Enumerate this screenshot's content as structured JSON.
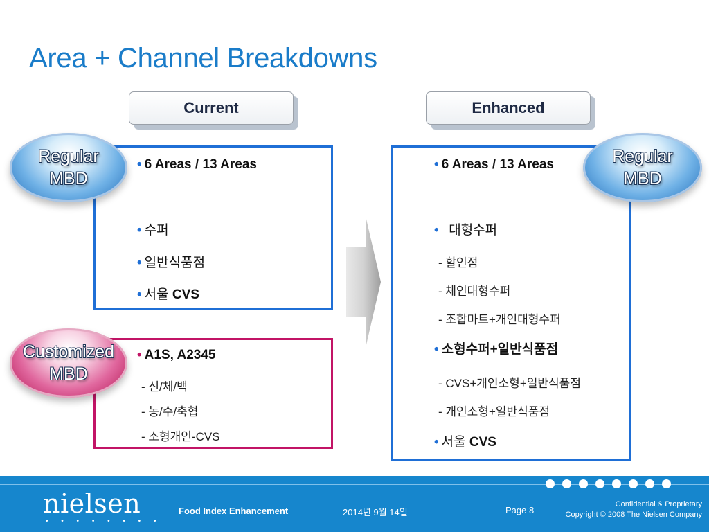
{
  "title": "Area + Channel Breakdowns",
  "current": {
    "label": "Current",
    "regular_orb": [
      "Regular",
      "MBD"
    ],
    "regular_items": {
      "areas": "6 Areas / 13 Areas",
      "super": "수퍼",
      "general_food": "일반식품점",
      "seoul_prefix": "서울 ",
      "seoul_cvs": "CVS"
    },
    "customized_orb": [
      "Customized",
      "MBD"
    ],
    "customized_items": {
      "a1s": "A1S, A2345",
      "sub1": "- 신/체/백",
      "sub2": "- 농/수/축협",
      "sub3": "- 소형개인-CVS"
    }
  },
  "enhanced": {
    "label": "Enhanced",
    "regular_orb": [
      "Regular",
      "MBD"
    ],
    "items": {
      "areas": "6 Areas / 13 Areas",
      "large_super": "대형수퍼",
      "discount": "- 할인점",
      "chain_large": "- 체인대형수퍼",
      "coop_mart": "- 조합마트+개인대형수퍼",
      "small_super": "소형수퍼+일반식품점",
      "cvs_small": "- CVS+개인소형+일반식품점",
      "private_small": "- 개인소형+일반식품점",
      "seoul_prefix": "서울 ",
      "seoul_cvs": "CVS"
    }
  },
  "footer": {
    "logo": "nielsen",
    "logo_dots": "• • • • • • • •",
    "project": "Food Index Enhancement",
    "date": "2014년 9월 14일",
    "page": "Page 8",
    "confidential": "Confidential & Proprietary",
    "copyright": "Copyright © 2008 The Nielsen Company"
  },
  "colors": {
    "title_blue": "#1a7cc9",
    "panel_blue": "#1f6fd6",
    "panel_red": "#c21466",
    "footer_blue": "#1686cd"
  }
}
